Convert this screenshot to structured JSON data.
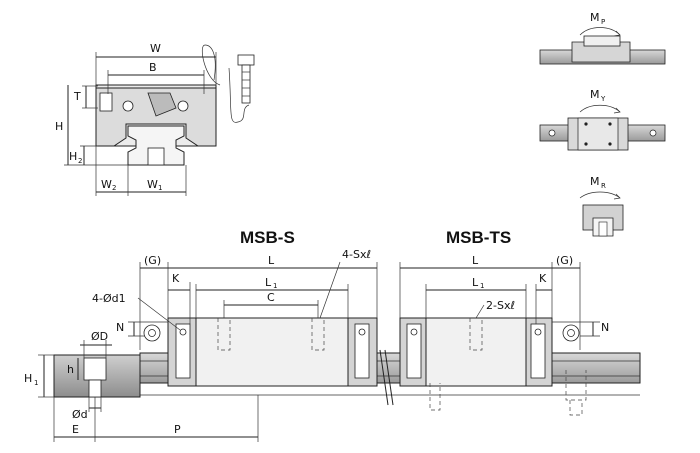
{
  "section_view": {
    "labels": {
      "W": "W",
      "B": "B",
      "T": "T",
      "H": "H",
      "H2": "H",
      "H2_sub": "2",
      "W2": "W",
      "W2_sub": "2",
      "W1": "W",
      "W1_sub": "1"
    }
  },
  "moments": {
    "mp": "M",
    "mp_sub": "P",
    "my": "M",
    "my_sub": "Y",
    "mr": "M",
    "mr_sub": "R"
  },
  "models": {
    "left": "MSB-S",
    "right": "MSB-TS"
  },
  "side_view": {
    "G_left": "(G)",
    "K_left": "K",
    "L_left": "L",
    "L1_left": "L",
    "L1_left_sub": "1",
    "C": "C",
    "tap_left": "4-Sxℓ",
    "hole_left": "4-Ød1",
    "N_left": "N",
    "G_right": "(G)",
    "K_right": "K",
    "L_right": "L",
    "L1_right": "L",
    "L1_right_sub": "1",
    "tap_right": "2-Sxℓ",
    "N_right": "N"
  },
  "rail_section": {
    "D": "ØD",
    "h": "h",
    "H1": "H",
    "H1_sub": "1",
    "d": "Ød",
    "E": "E",
    "P": "P"
  }
}
